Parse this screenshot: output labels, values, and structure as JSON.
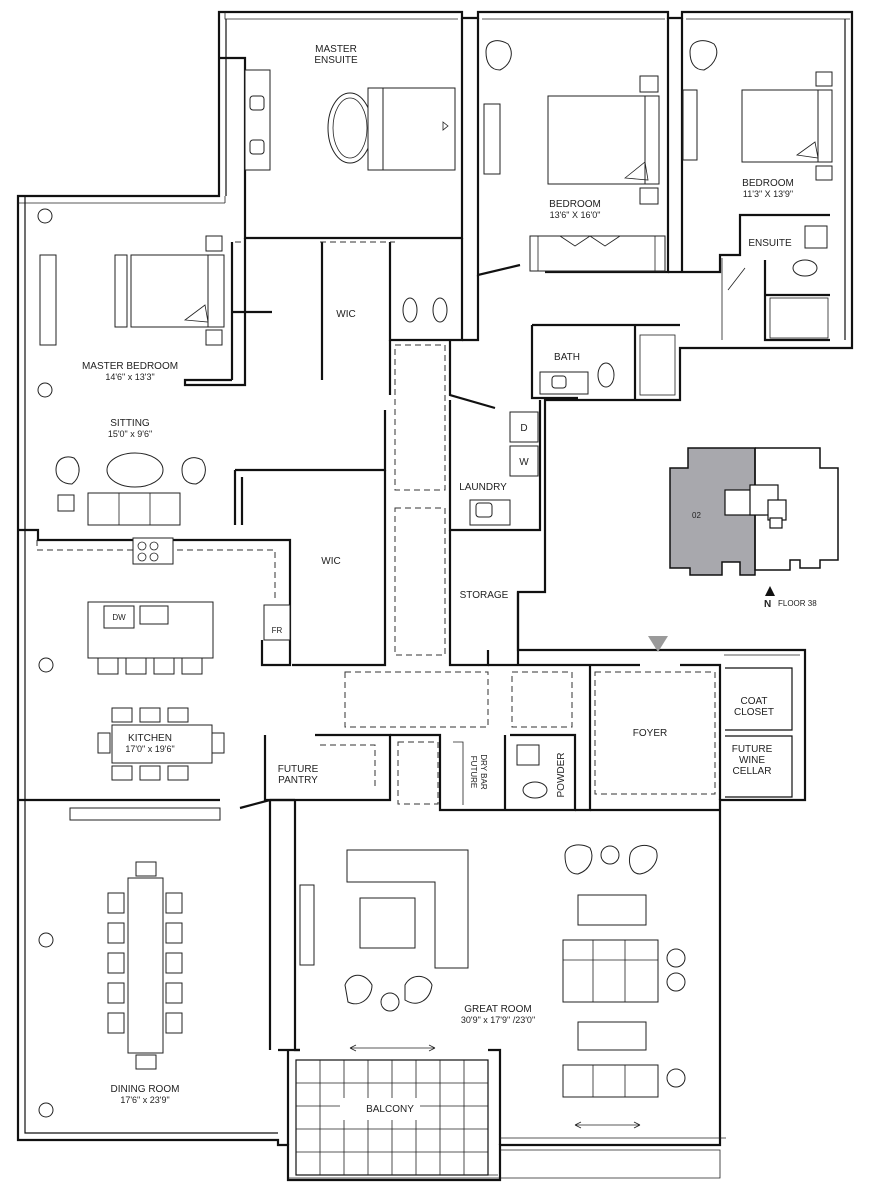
{
  "rooms": {
    "master_ensuite": [
      "MASTER",
      "ENSUITE"
    ],
    "bedroom_1": {
      "name": "BEDROOM",
      "dim": "13'6\" X 16'0\""
    },
    "bedroom_2": {
      "name": "BEDROOM",
      "dim": "11'3\" X 13'9\""
    },
    "ensuite": "ENSUITE",
    "master_bedroom": {
      "name": "MASTER BEDROOM",
      "dim": "14'6\" x 13'3\""
    },
    "sitting": {
      "name": "SITTING",
      "dim": "15'0\" x 9'6\""
    },
    "wic_1": "WIC",
    "wic_2": "WIC",
    "bath": "BATH",
    "laundry": "LAUNDRY",
    "storage": "STORAGE",
    "kitchen": {
      "name": "KITCHEN",
      "dim": "17'0\" x 19'6\""
    },
    "future_pantry": [
      "FUTURE",
      "PANTRY"
    ],
    "future_dry_bar": [
      "FUTURE",
      "DRY BAR"
    ],
    "powder": "POWDER",
    "foyer": "FOYER",
    "coat_closet": [
      "COAT",
      "CLOSET"
    ],
    "future_wine_cellar": [
      "FUTURE",
      "WINE",
      "CELLAR"
    ],
    "great_room": {
      "name": "GREAT ROOM",
      "dim": "30'9\" x 17'9\" /23'0\""
    },
    "dining_room": {
      "name": "DINING ROOM",
      "dim": "17'6\" x 23'9\""
    },
    "balcony": "BALCONY"
  },
  "appliances": {
    "dishwasher": "DW",
    "fridge": "FR",
    "dryer": "D",
    "washer": "W"
  },
  "keyplan": {
    "unit": "02",
    "north": "N",
    "floor": "FLOOR 38",
    "colors": {
      "unit_fill": "#a8a8ad",
      "outline": "#111111"
    }
  }
}
